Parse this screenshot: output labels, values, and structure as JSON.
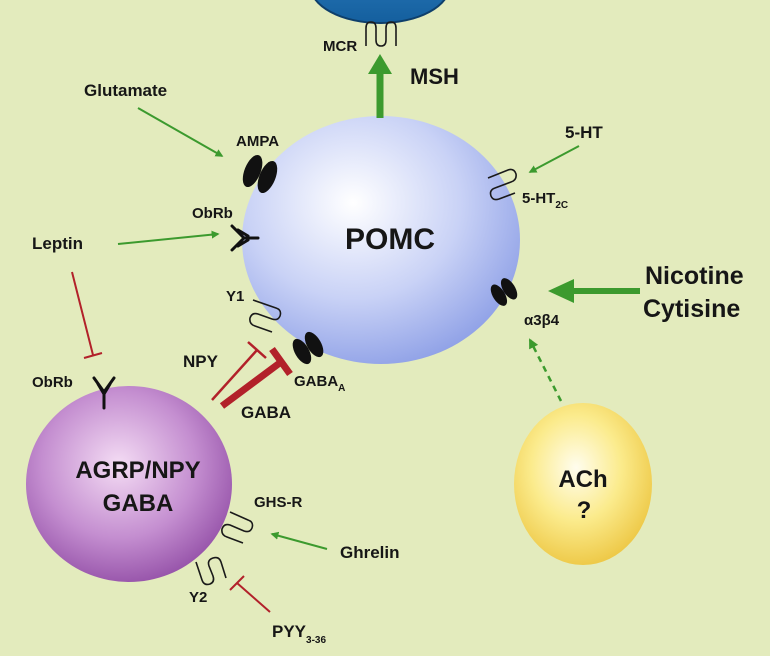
{
  "cells": {
    "pomc": "POMC",
    "agrp_line1": "AGRP/NPY",
    "agrp_line2": "GABA",
    "ach_line1": "ACh",
    "ach_line2": "?"
  },
  "receptors": {
    "mcr": "MCR",
    "ampa": "AMPA",
    "obrb_pomc": "ObRb",
    "y1": "Y1",
    "gaba_a": "GABA",
    "gaba_a_sub": "A",
    "ht2c": "5-HT",
    "ht2c_sub": "2C",
    "a3b4": "α3β4",
    "obrb_agrp": "ObRb",
    "ghsr": "GHS-R",
    "y2": "Y2"
  },
  "signals": {
    "msh": "MSH",
    "glutamate": "Glutamate",
    "ht5": "5-HT",
    "leptin": "Leptin",
    "nicotine": "Nicotine",
    "cytisine": "Cytisine",
    "npy": "NPY",
    "gaba": "GABA",
    "ghrelin": "Ghrelin",
    "pyy": "PYY",
    "pyy_sub": "3-36"
  },
  "colors": {
    "background": "#e3ebbd",
    "activation": "#3c9a2e",
    "inhibition": "#b2212a"
  }
}
